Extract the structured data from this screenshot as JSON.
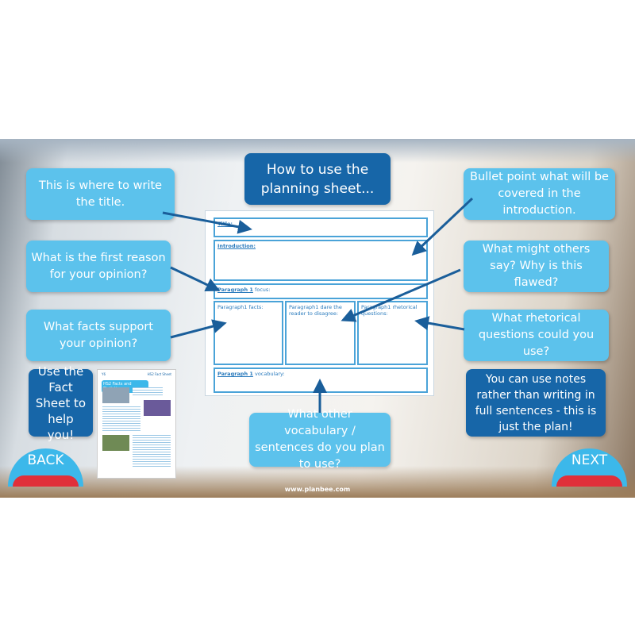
{
  "title": "How to use the planning sheet...",
  "callouts_left": [
    "This is where to write the title.",
    "What is the first reason for your opinion?",
    "What facts support your opinion?"
  ],
  "fact_sheet_prompt": "Use the Fact Sheet to help you!",
  "callouts_right": [
    "Bullet point what will be covered in the introduction.",
    "What might others say? Why is this flawed?",
    "What rhetorical questions could you use?"
  ],
  "notes_tip": "You can use notes rather than writing in full sentences - this is just the plan!",
  "vocab_prompt": "What other vocabulary / sentences do you plan to use?",
  "sheet": {
    "title": "Title:",
    "introduction": "Introduction:",
    "focus_bold": "Paragraph 1",
    "focus": "focus:",
    "facts": "Paragraph1 facts:",
    "disagree": "Paragraph1 dare the reader to disagree:",
    "rhetorical": "Paragraph1 rhetorical questions:",
    "vocab_bold": "Paragraph 1",
    "vocab": "vocabulary:"
  },
  "fact_sheet": {
    "header_left": "Y6",
    "header_right": "HS2 Fact Sheet",
    "heading": "HS2 Facts and Statistics"
  },
  "nav": {
    "back": "BACK",
    "next": "NEXT"
  },
  "footer": "www.planbee.com",
  "colors": {
    "light_box": "#5cc2ec",
    "dark_box": "#1766a8",
    "arrow": "#1a5e9a"
  }
}
